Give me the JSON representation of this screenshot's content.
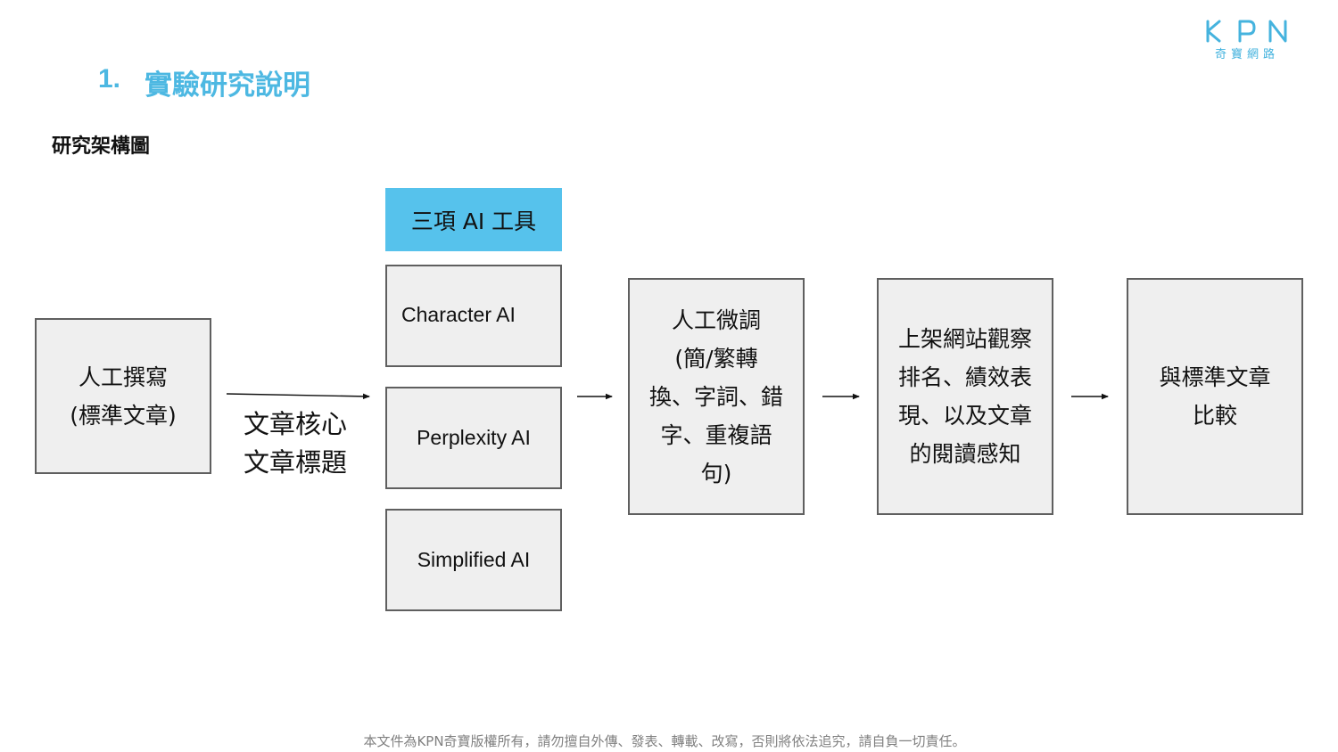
{
  "logo": {
    "wordmark": "KPN",
    "subtitle": "奇寶網路"
  },
  "header": {
    "number": "1.",
    "title": "實驗研究說明"
  },
  "section_label": "研究架構圖",
  "diagram": {
    "source_box": {
      "line1": "人工撰寫",
      "line2": "(標準文章)"
    },
    "edge_label": {
      "line1": "文章核心",
      "line2": "文章標題"
    },
    "tools_header": "三項 AI 工具",
    "tools": [
      "Character AI",
      "Perplexity AI",
      "Simplified AI"
    ],
    "adjust_box": {
      "lines": [
        "人工微調",
        "(簡/繁轉",
        "換、字詞、錯",
        "字、重複語",
        "句)"
      ]
    },
    "observe_box": {
      "lines": [
        "上架網站觀察",
        "排名、績效表",
        "現、以及文章",
        "的閱讀感知"
      ]
    },
    "compare_box": {
      "lines": [
        "與標準文章",
        "比較"
      ]
    }
  },
  "colors": {
    "accent": "#4db8e2",
    "header_fill": "#56c2ec",
    "box_fill": "#efefef",
    "box_border": "#5f5f5f"
  },
  "footer": "本文件為KPN奇寶版權所有，請勿擅自外傳、發表、轉載、改寫，否則將依法追究，請自負一切責任。"
}
